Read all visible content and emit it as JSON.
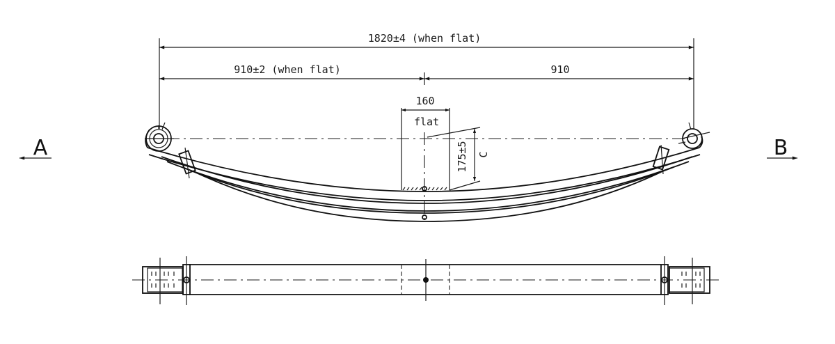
{
  "drawing": {
    "title": "Leaf spring assembly drawing",
    "dimensions": {
      "overall_length": "1820±4 (when flat)",
      "left_half": "910±2 (when flat)",
      "right_half": "910",
      "center_clamp_width": "160",
      "center_clamp_note": "flat",
      "camber_height": "175±5",
      "camber_label": "C"
    },
    "view_labels": {
      "left": "A",
      "right": "B"
    },
    "views": [
      "side-elevation",
      "plan-view"
    ]
  }
}
